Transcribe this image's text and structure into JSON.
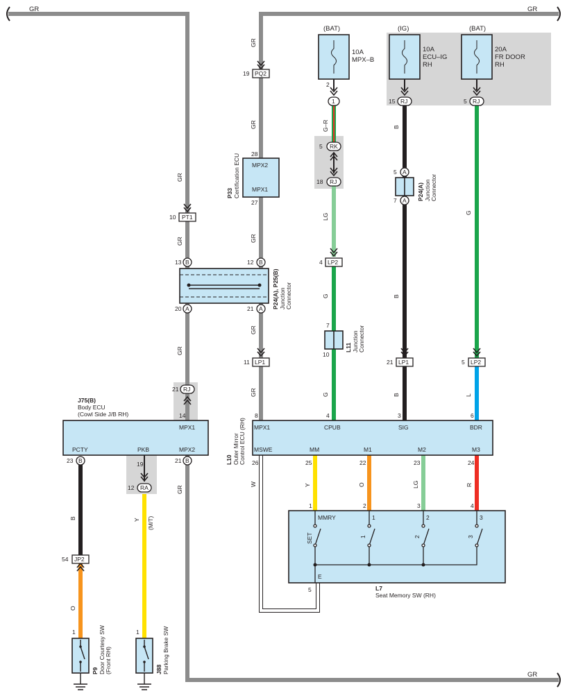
{
  "colors": {
    "GR": "#8c8c8c",
    "B": "#231f20",
    "G": "#1aa54b",
    "LG": "#86cd97",
    "L": "#00a3e8",
    "O": "#f7941d",
    "Y": "#ffe100",
    "R": "#ee2e24",
    "W": "#ffffff",
    "component": "#c6e6f5",
    "shade": "#d6d6d6"
  },
  "bus": {
    "top_left": "GR",
    "top_right": "GR",
    "bottom_right": "GR"
  },
  "power": [
    {
      "supply": "(BAT)",
      "rating": "10A",
      "name": "MPX–B"
    },
    {
      "supply": "(IG)",
      "rating": "10A",
      "name_line1": "ECU–IG",
      "name_line2": "RH"
    },
    {
      "supply": "(BAT)",
      "rating": "20A",
      "name_line1": "FR DOOR",
      "name_line2": "RH"
    }
  ],
  "connectors": {
    "PQ2": "PQ2",
    "PT1": "PT1",
    "LP1": "LP1",
    "LP2": "LP2",
    "RJ": "RJ",
    "RK": "RK",
    "RA": "RA",
    "JP2": "JP2",
    "A": "A",
    "B": "B",
    "one": "1"
  },
  "pins": {
    "p19": "19",
    "p28": "28",
    "p27": "27",
    "p10": "10",
    "p13": "13",
    "p12": "12",
    "p20": "20",
    "p21": "21",
    "p11": "11",
    "p8": "8",
    "p14": "14",
    "p2": "2",
    "p5": "5",
    "p18": "18",
    "p4": "4",
    "p7": "7",
    "p15": "15",
    "p3": "3",
    "p6": "6",
    "p23": "23",
    "p26": "26",
    "p25": "25",
    "p22": "22",
    "p24": "24",
    "p1": "1",
    "p54": "54"
  },
  "wire_labels": {
    "GR": "GR",
    "G_R": "G–R",
    "LG": "LG",
    "G": "G",
    "B": "B",
    "L": "L",
    "W": "W",
    "Y": "Y",
    "O": "O",
    "R": "R",
    "MT": "(M/T)"
  },
  "components": {
    "cert_ecu": {
      "code": "P33",
      "name": "Certification ECU",
      "t1": "MPX2",
      "t2": "MPX1"
    },
    "jc_p24p25": {
      "code": "P24(A), P25(B)",
      "name_line1": "Junction",
      "name_line2": "Connector"
    },
    "jc_p24a": {
      "code": "P24(A)",
      "name_line1": "Junction",
      "name_line2": "Connector"
    },
    "jc_l11": {
      "code": "L11",
      "name_line1": "Junction",
      "name_line2": "Connector"
    },
    "body_ecu": {
      "code": "J75(B)",
      "name": "Body ECU",
      "name_line2": "(Cowl Side J/B RH)",
      "t_mpx1": "MPX1",
      "t_pcty": "PCTY",
      "t_pkb": "PKB",
      "t_mpx2": "MPX2"
    },
    "mirror_ecu": {
      "code": "L10",
      "name_line1": "Outer Mirror",
      "name_line2": "Control ECU (RH)",
      "t_mpx1": "MPX1",
      "t_cpub": "CPUB",
      "t_sig": "SIG",
      "t_bdr": "BDR",
      "t_mswe": "MSWE",
      "t_mm": "MM",
      "t_m1": "M1",
      "t_m2": "M2",
      "t_m3": "M3"
    },
    "seat_sw": {
      "code": "L7",
      "name": "Seat Memory SW (RH)",
      "t_mmry": "MMRY",
      "t_1": "1",
      "t_2": "2",
      "t_3": "3",
      "t_e": "E",
      "s_set": "SET",
      "s_1": "1",
      "s_2": "2",
      "s_3": "3"
    },
    "door_sw": {
      "code": "P9",
      "name_line1": "Door Courtesy SW",
      "name_line2": "(Front RH)"
    },
    "brake_sw": {
      "code": "J88",
      "name": "Parking Brake SW"
    }
  }
}
